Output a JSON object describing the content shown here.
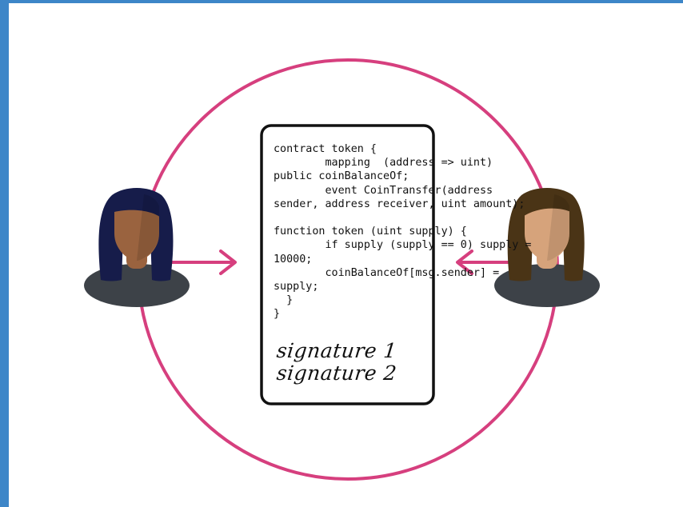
{
  "colors": {
    "frame": "#3d86c8",
    "circle": "#d63f7e",
    "arrow": "#d63f7e",
    "document_border": "#111111",
    "person_left_hair": "#161c4a",
    "person_left_skin": "#9a633f",
    "person_right_hair": "#4a3416",
    "person_right_skin": "#d6a37b",
    "shoulders": "#3d4248"
  },
  "contract": {
    "code_lines": [
      "contract token {",
      "        mapping  (address => uint)",
      "public coinBalanceOf;",
      "        event CoinTransfer(address",
      "sender, address receiver, uint amount);",
      "",
      "function token (uint supply) {",
      "        if supply (supply == 0) supply =",
      "10000;",
      "        coinBalanceOf[msg.sender] =",
      "supply;",
      "  }",
      "}"
    ],
    "signatures": [
      "signature 1",
      "signature 2"
    ]
  },
  "icons": {
    "left_person": "person-avatar-icon",
    "right_person": "person-avatar-icon",
    "left_arrow": "arrow-right-icon",
    "right_arrow": "arrow-left-icon"
  }
}
